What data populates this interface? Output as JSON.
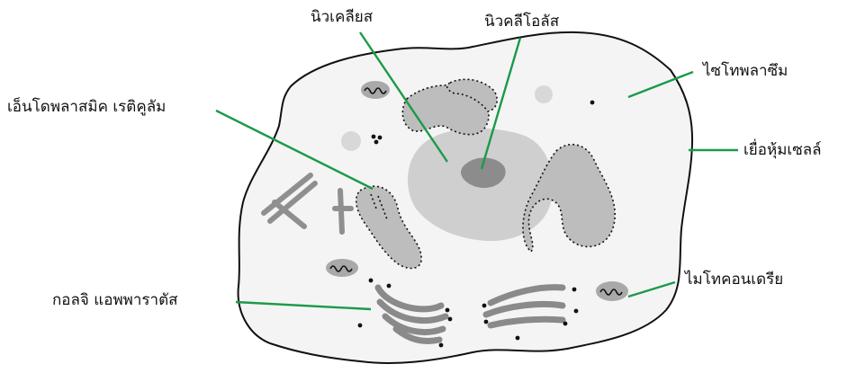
{
  "labels": {
    "nucleus": "นิวเคลียส",
    "nucleolus": "นิวคลีโอลัส",
    "cytoplasm": "ไซโทพลาซึม",
    "er": "เอ็นโดพลาสมิค เรติคูลัม",
    "cell_membrane": "เยื่อหุ้มเซลล์",
    "golgi": "กอลจิ แอพพาราตัส",
    "mitochondria": "ไมโทคอนเดรีย"
  },
  "colors": {
    "leader_line": "#1a9a4a",
    "outline": "#111111",
    "cytoplasm_fill": "#f4f4f4",
    "nucleus_fill": "#cfcfcf",
    "nucleolus_fill": "#8c8c8c",
    "organelle_fill": "#a9a9a9",
    "er_fill": "#bdbdbd"
  }
}
